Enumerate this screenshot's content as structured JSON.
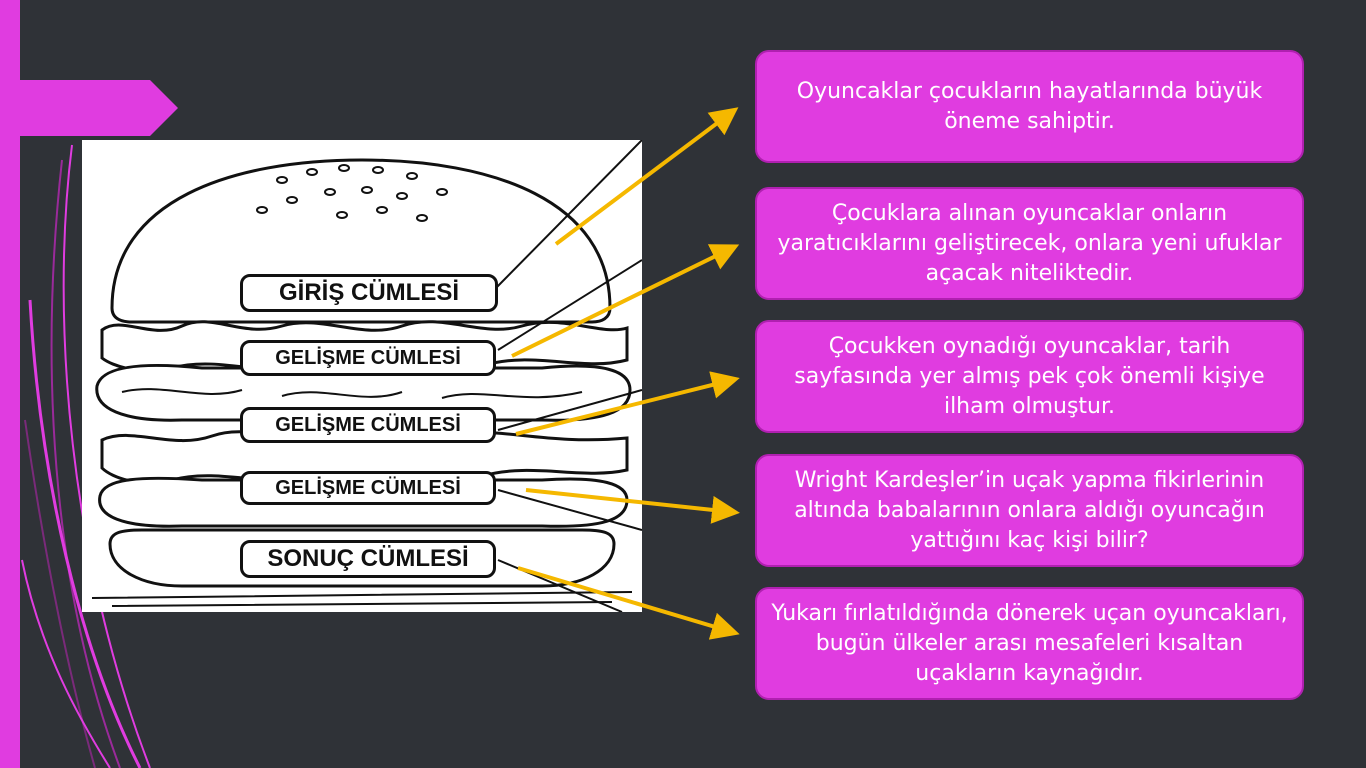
{
  "colors": {
    "background": "#2f3237",
    "accent": "#e03ce0",
    "arrow": "#f5b800",
    "outline": "#111111"
  },
  "burger": {
    "labels": [
      "GİRİŞ CÜMLESİ",
      "GELİŞME CÜMLESİ",
      "GELİŞME CÜMLESİ",
      "GELİŞME CÜMLESİ",
      "SONUÇ CÜMLESİ"
    ]
  },
  "callouts": [
    "Oyuncaklar çocukların hayatlarında büyük öneme sahiptir.",
    "Çocuklara alınan oyuncaklar onların yaratıcıklarını geliştirecek, onlara yeni ufuklar açacak niteliktedir.",
    "Çocukken oynadığı oyuncaklar, tarih sayfasında yer almış pek çok önemli kişiye ilham olmuştur.",
    "Wright Kardeşler’in uçak yapma fikirlerinin altında babalarının onlara aldığı oyuncağın yattığını kaç kişi bilir?",
    "Yukarı fırlatıldığında dönerek uçan oyuncakları, bugün ülkeler arası mesafeleri kısaltan uçakların kaynağıdır."
  ]
}
